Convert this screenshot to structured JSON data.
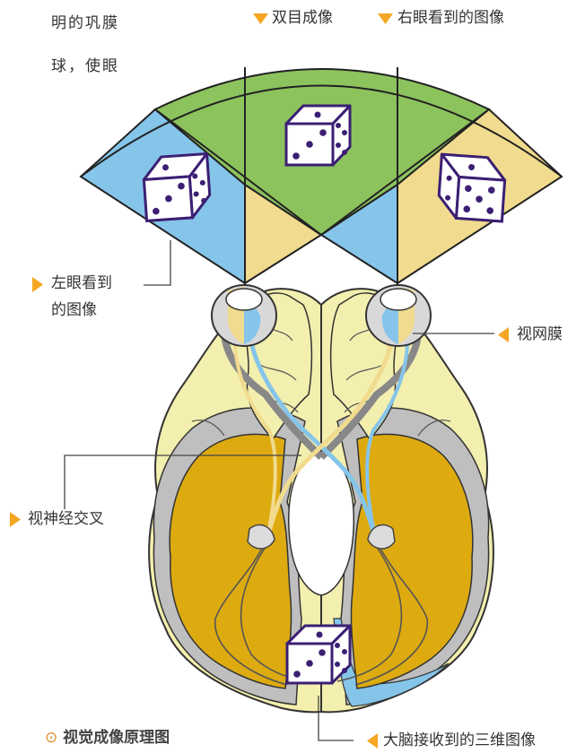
{
  "header_text": {
    "line1": "明的巩膜",
    "line2": "球，使眼"
  },
  "labels": {
    "binocular": "双目成像",
    "right_eye_image": "右眼看到的图像",
    "left_eye_image_1": "左眼看到",
    "left_eye_image_2": "的图像",
    "retina": "视网膜",
    "optic_chiasm": "视神经交叉",
    "brain_3d": "大脑接收到的三维图像"
  },
  "caption": {
    "symbol": "⊙",
    "text": "视觉成像原理图"
  },
  "colors": {
    "green_field": "#8dc35d",
    "blue_field": "#86c5ea",
    "yellow_field": "#f1db8e",
    "brain_pale": "#f3efae",
    "brain_gold": "#ddaa10",
    "cortex_gray": "#bfbfbf",
    "die_outline": "#3b1f73",
    "arrow_orange": "#f5a623"
  }
}
